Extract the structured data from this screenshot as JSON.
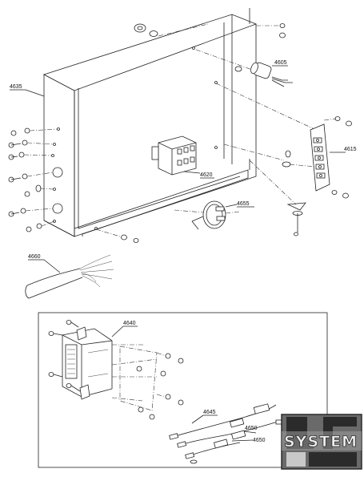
{
  "parts": {
    "p4635": "4635",
    "p4605": "4605",
    "p4615": "4615",
    "p4620": "4620",
    "p4655": "4655",
    "p4660": "4660",
    "p4640": "4640",
    "p4645": "4645",
    "p4650a": "4650",
    "p4650b": "4650"
  },
  "logo": {
    "text": "SYSTEM",
    "color_dark": "#2b2b2b",
    "color_light": "#e9e9e9"
  },
  "colors": {
    "line": "#222222",
    "background": "#ffffff"
  }
}
